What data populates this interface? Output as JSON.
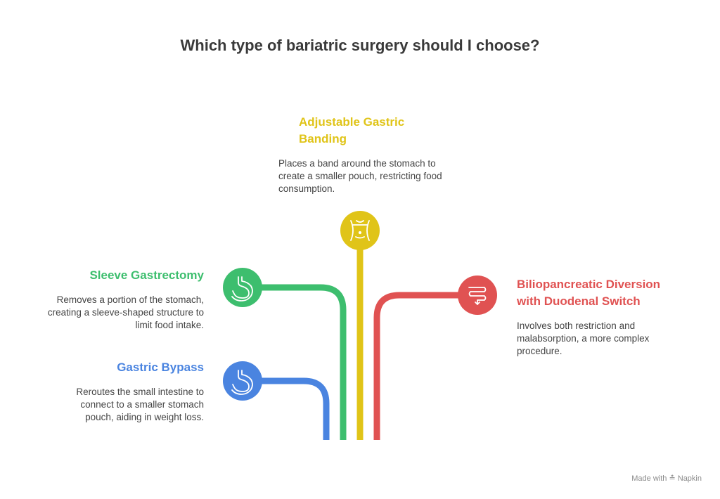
{
  "title": "Which type of bariatric surgery should I choose?",
  "options": [
    {
      "name": "Adjustable Gastric Banding",
      "description": "Places a band around the stomach to create a smaller pouch, restricting food consumption.",
      "color": "#E0C418",
      "icon": "waist-band-icon"
    },
    {
      "name": "Sleeve Gastrectomy",
      "description": "Removes a portion of the stomach, creating a sleeve-shaped structure to limit food intake.",
      "color": "#3DBE6E",
      "icon": "stomach-icon"
    },
    {
      "name": "Gastric Bypass",
      "description": "Reroutes the small intestine to connect to a smaller stomach pouch, aiding in weight loss.",
      "color": "#4A84E0",
      "icon": "stomach-icon"
    },
    {
      "name": "Biliopancreatic Diversion with Duodenal Switch",
      "description": "Involves both restriction and malabsorption, a more complex procedure.",
      "color": "#E05252",
      "icon": "intestine-icon"
    }
  ],
  "footer": {
    "made_with": "Made with",
    "brand": "Napkin"
  }
}
